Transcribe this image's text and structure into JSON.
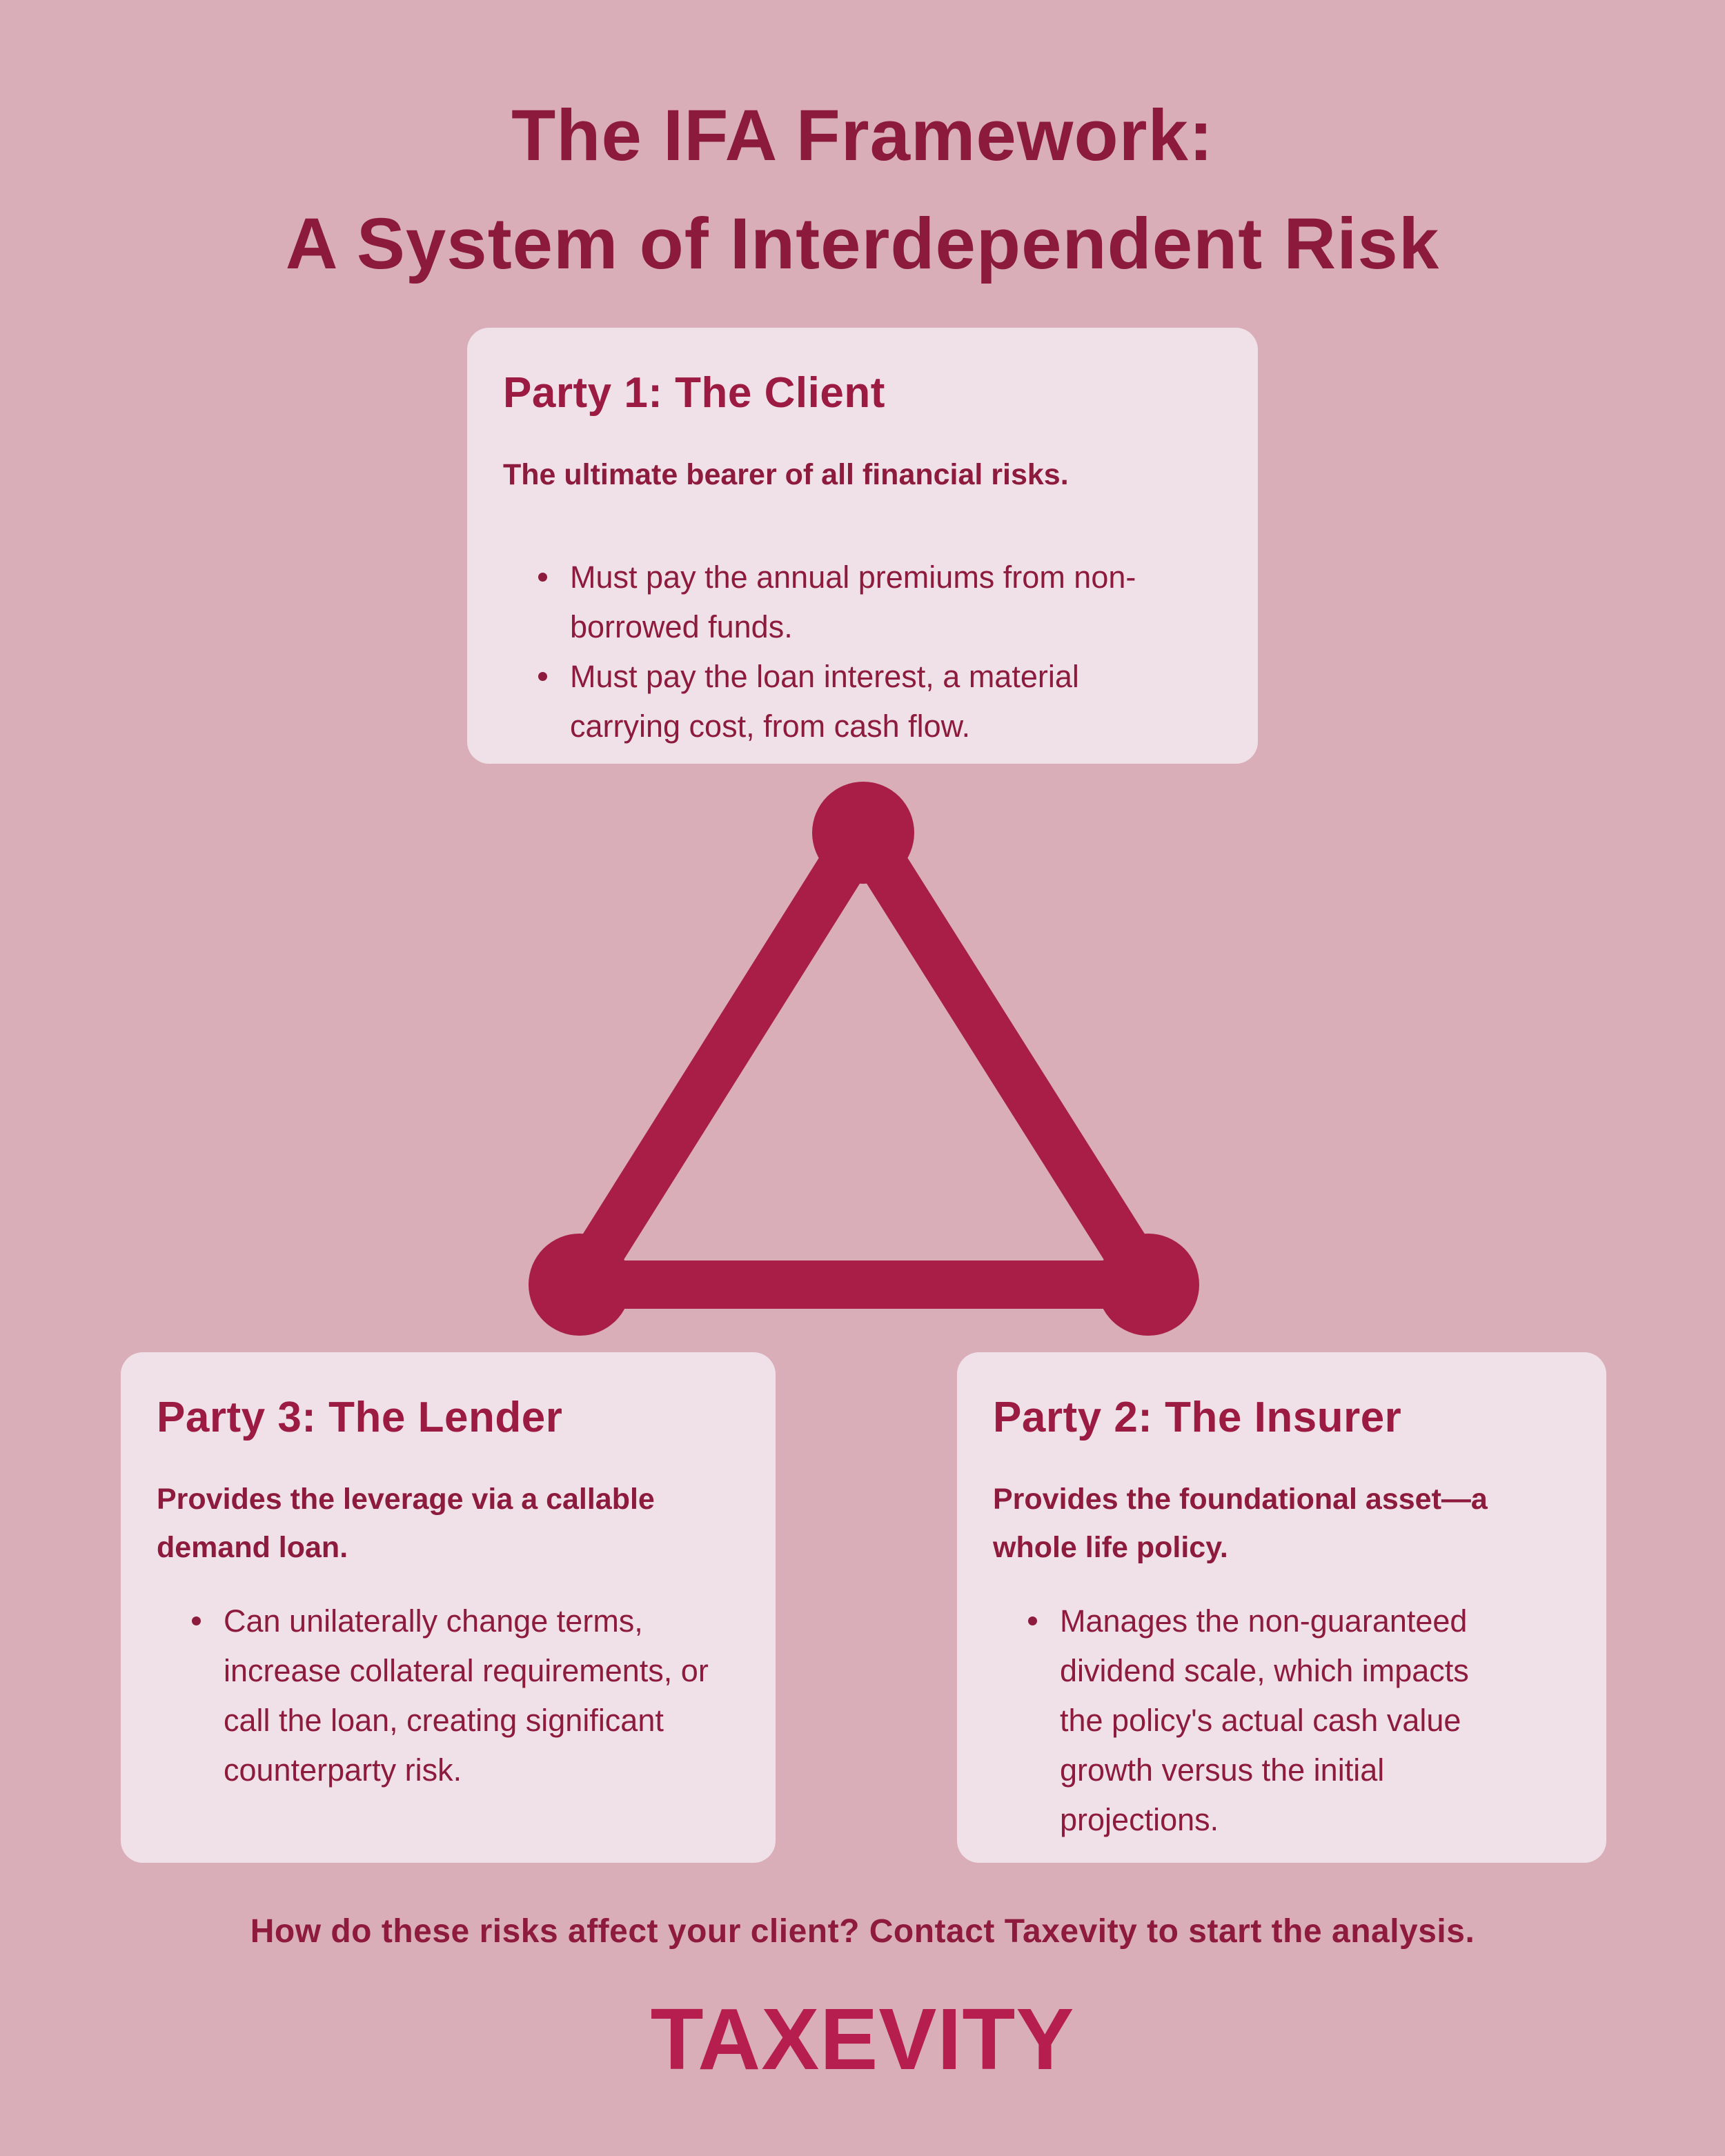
{
  "colors": {
    "background": "#D9AEB8",
    "card_background": "#F0E1E8",
    "title_text": "#8C1A3C",
    "heading_text": "#9C1B42",
    "body_text": "#8D1B3D",
    "triangle": "#A81E47",
    "logo": "#B51E4E"
  },
  "title": {
    "line1": "The IFA Framework:",
    "line2": "A System of Interdependent Risk"
  },
  "cards": [
    {
      "heading": "Party 1: The Client",
      "subtitle": "The ultimate bearer of all financial risks.",
      "bullets": [
        "Must pay the annual premiums from non-borrowed funds.",
        "Must pay the loan interest, a material carrying cost, from cash flow."
      ]
    },
    {
      "heading": "Party 2: The Insurer",
      "subtitle": "Provides the foundational asset—a whole life policy.",
      "bullets": [
        "Manages the non-guaranteed dividend scale, which impacts the policy's actual cash value growth versus the initial projections."
      ]
    },
    {
      "heading": "Party 3: The Lender",
      "subtitle": "Provides the leverage via a callable demand loan.",
      "bullets": [
        "Can unilaterally change terms, increase collateral requirements, or call the loan, creating significant counterparty risk."
      ]
    }
  ],
  "diagram": {
    "shape": "triangle",
    "color": "#A81E47"
  },
  "footer": {
    "cta": "How do these risks affect your client? Contact Taxevity to start the analysis."
  },
  "logo": {
    "text": "TAXEVITY"
  }
}
